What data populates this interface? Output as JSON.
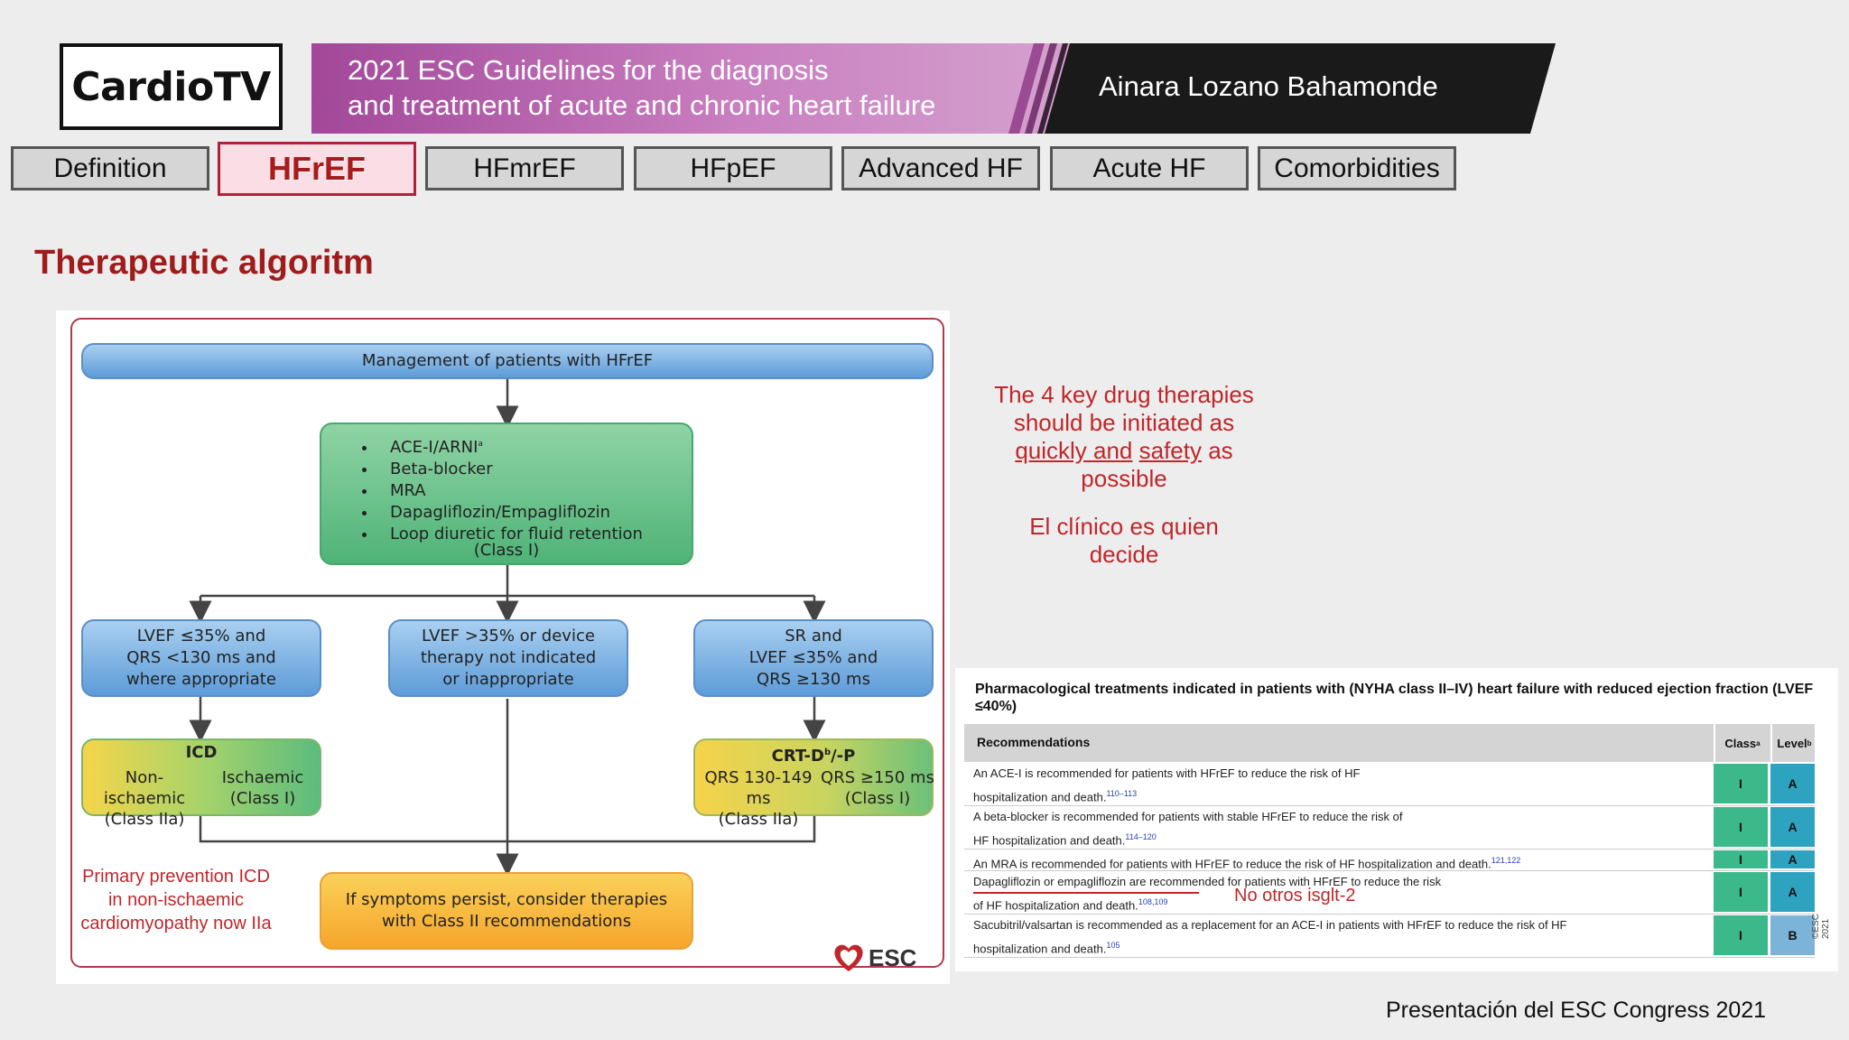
{
  "header": {
    "logo_text": "CardioTV",
    "title_line1": "2021 ESC Guidelines for the diagnosis",
    "title_line2": "and treatment of acute and chronic heart failure",
    "presenter": "Ainara Lozano Bahamonde"
  },
  "tabs": [
    {
      "label": "Definition",
      "active": false
    },
    {
      "label": "HFrEF",
      "active": true
    },
    {
      "label": "HFmrEF",
      "active": false
    },
    {
      "label": "HFpEF",
      "active": false
    },
    {
      "label": "Advanced HF",
      "active": false
    },
    {
      "label": "Acute HF",
      "active": false
    },
    {
      "label": "Comorbidities",
      "active": false
    }
  ],
  "section_title": "Therapeutic algoritm",
  "algorithm": {
    "top": "Management of patients with HFrEF",
    "drugs": [
      "ACE-I/ARNI",
      "Beta-blocker",
      "MRA",
      "Dapagliflozin/Empagliflozin",
      "Loop diuretic for fluid retention"
    ],
    "drugs_sup": "a",
    "drugs_class": "(Class I)",
    "left_criteria": [
      "LVEF ≤35% and",
      "QRS <130 ms and",
      "where appropriate"
    ],
    "mid_criteria": [
      "LVEF >35% or device",
      "therapy not indicated",
      "or inappropriate"
    ],
    "right_criteria": [
      "SR and",
      "LVEF ≤35% and",
      "QRS ≥130 ms"
    ],
    "icd_title": "ICD",
    "icd_left": [
      "Non-ischaemic",
      "(Class IIa)"
    ],
    "icd_right": [
      "Ischaemic",
      "(Class I)"
    ],
    "crt_title": "CRT-D",
    "crt_title_sup": "b",
    "crt_title_suffix": "/-P",
    "crt_left": [
      "QRS 130-149 ms",
      "(Class IIa)"
    ],
    "crt_right": [
      "QRS ≥150 ms",
      "(Class I)"
    ],
    "bottom": [
      "If symptoms persist, consider therapies",
      "with Class II recommendations"
    ],
    "note": "Primary prevention ICD in non-ischaemic cardiomyopathy now IIa",
    "esc_label": "ESC"
  },
  "notes": {
    "key_pre": "The 4 key drug therapies should be initiated as ",
    "key_u1": "quickly and",
    "key_u2": "safety",
    "key_post": " as possible",
    "clinician": "El clínico es quien decide"
  },
  "table": {
    "title": "Pharmacological treatments indicated in patients with (NYHA class II–IV) heart failure with reduced ejection fraction (LVEF ≤40%)",
    "col_rec": "Recommendations",
    "col_class": "Class",
    "col_class_sup": "a",
    "col_level": "Level",
    "col_level_sup": "b",
    "rows": [
      {
        "line1": "An ACE-I is recommended for patients with HFrEF to reduce the risk of HF",
        "line2": "hospitalization and death.",
        "refs": "110–113",
        "cls": "I",
        "level": "A"
      },
      {
        "line1": "A beta-blocker is recommended for patients with stable HFrEF to reduce the risk of",
        "line2": "HF hospitalization and death.",
        "refs": "114–120",
        "cls": "I",
        "level": "A"
      },
      {
        "line1": "An MRA is recommended for patients with HFrEF to reduce the risk of HF hospitalization and death.",
        "line2": "",
        "refs": "121,122",
        "cls": "I",
        "level": "A"
      },
      {
        "line1": "Dapagliflozin or empagliflozin are recommended for patients with HFrEF to reduce the risk",
        "line2": "of HF hospitalization and death.",
        "refs": "108,109",
        "cls": "I",
        "level": "A"
      },
      {
        "line1": "Sacubitril/valsartan is recommended as a replacement for an ACE-I in patients with HFrEF to reduce the risk of HF",
        "line2": "hospitalization and death.",
        "refs": "105",
        "cls": "I",
        "level": "B"
      }
    ],
    "annotation": "No otros isglt-2",
    "copyright": "©ESC 2021"
  },
  "footer": "Presentación del ESC Congress 2021",
  "colors": {
    "accent_red": "#c0262a",
    "banner_purple": "#b04fa8",
    "banner_black": "#1a1a1a"
  }
}
